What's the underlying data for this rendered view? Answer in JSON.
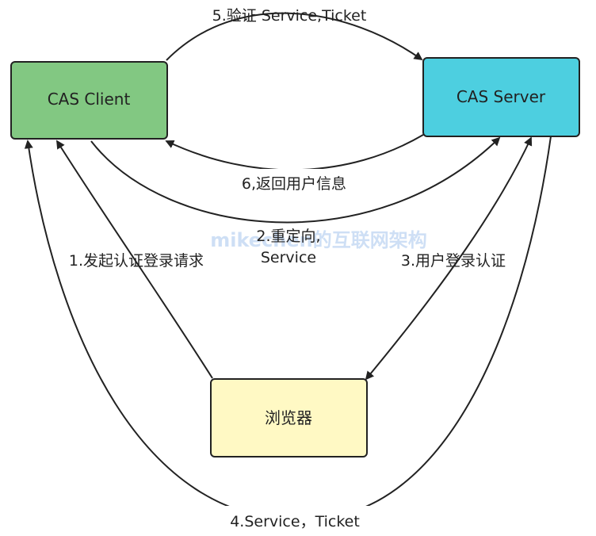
{
  "nodes": {
    "client": {
      "label": "CAS Client",
      "fill": "#82c882",
      "stroke": "#222222"
    },
    "server": {
      "label": "CAS Server",
      "fill": "#4dcfe0",
      "stroke": "#222222"
    },
    "browser": {
      "label": "浏览器",
      "fill": "#fff9c4",
      "stroke": "#222222"
    }
  },
  "edges": {
    "step1": "1.发起认证登录请求",
    "step2_line1": "2.重定向,",
    "step2_line2": "Service",
    "step3": "3.用户登录认证",
    "step4": "4.Service，Ticket",
    "step5": "5.验证 Service,Ticket",
    "step6": "6,返回用户信息"
  },
  "watermark": "mikechen的互联网架构"
}
